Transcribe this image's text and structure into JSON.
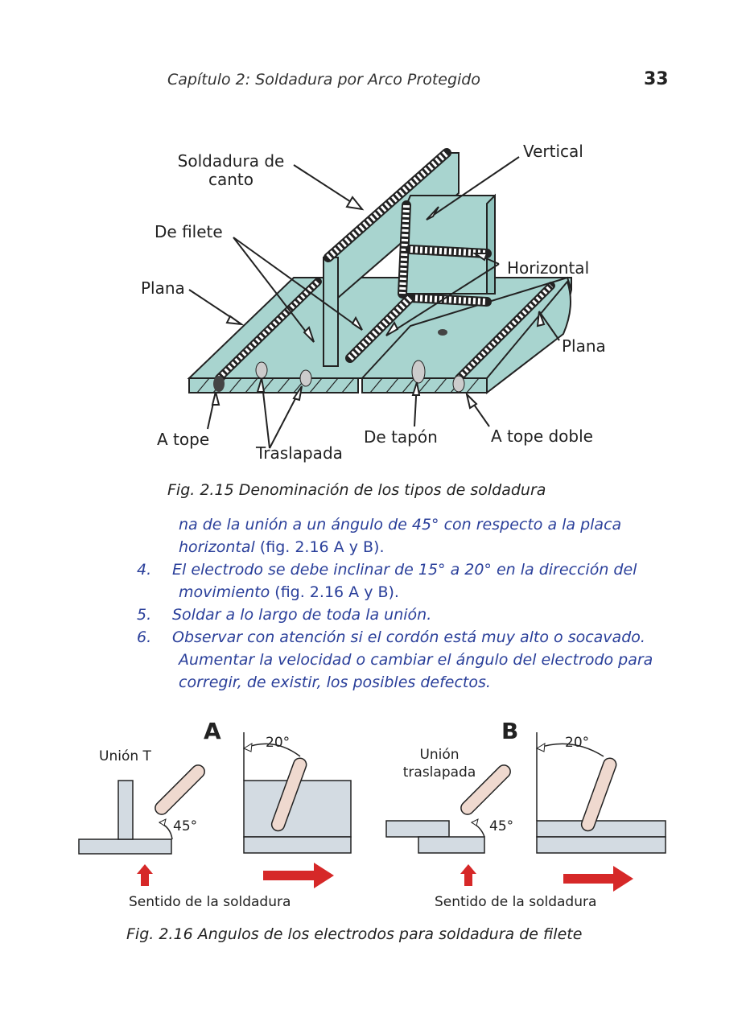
{
  "header": {
    "title": "Capítulo 2: Soldadura por Arco Protegido",
    "page_number": "33"
  },
  "figure1": {
    "labels": {
      "soldadura_de_canto_1": "Soldadura de",
      "soldadura_de_canto_2": "canto",
      "vertical": "Vertical",
      "de_filete": "De filete",
      "horizontal": "Horizontal",
      "plana_left": "Plana",
      "plana_right": "Plana",
      "a_tope": "A tope",
      "traslapada": "Traslapada",
      "de_tapon": "De tapón",
      "a_tope_doble": "A tope doble"
    },
    "caption": "Fig. 2.15  Denominación de los tipos de soldadura",
    "colors": {
      "metal": "#a8d4cf",
      "outline": "#222222",
      "weld": "#ffffff"
    }
  },
  "body": {
    "line1a": "na de la unión a un ángulo de 45° con respecto a la placa",
    "line1b": "horizontal",
    "line1b_ref": " (fig. 2.16 A y B).",
    "item4_num": "4.",
    "item4_a": "El electrodo se debe inclinar de 15° a 20° en la dirección del",
    "item4_b": "movimiento",
    "item4_ref": " (fig. 2.16 A y B).",
    "item5_num": "5.",
    "item5": "Soldar a lo largo de toda la unión.",
    "item6_num": "6.",
    "item6_a": "Observar con atención si el cordón está muy alto o socavado.",
    "item6_b": "Aumentar la velocidad o cambiar el ángulo del electrodo para",
    "item6_c": "corregir, de existir, los posibles defectos.",
    "color": "#2a3f9a"
  },
  "figure2": {
    "panel_a": "A",
    "panel_b": "B",
    "union_t": "Unión T",
    "union_traslapada_1": "Unión",
    "union_traslapada_2": "traslapada",
    "angle_45_a": "45°",
    "angle_45_b": "45°",
    "angle_20_a": "20°",
    "angle_20_b": "20°",
    "sentido_a": "Sentido de la soldadura",
    "sentido_b": "Sentido de la soldadura",
    "caption": "Fig. 2.16  Angulos de los electrodos para soldadura de filete",
    "colors": {
      "plate": "#d3dbe2",
      "electrode": "#efd9cf",
      "arrow": "#d62828"
    }
  }
}
